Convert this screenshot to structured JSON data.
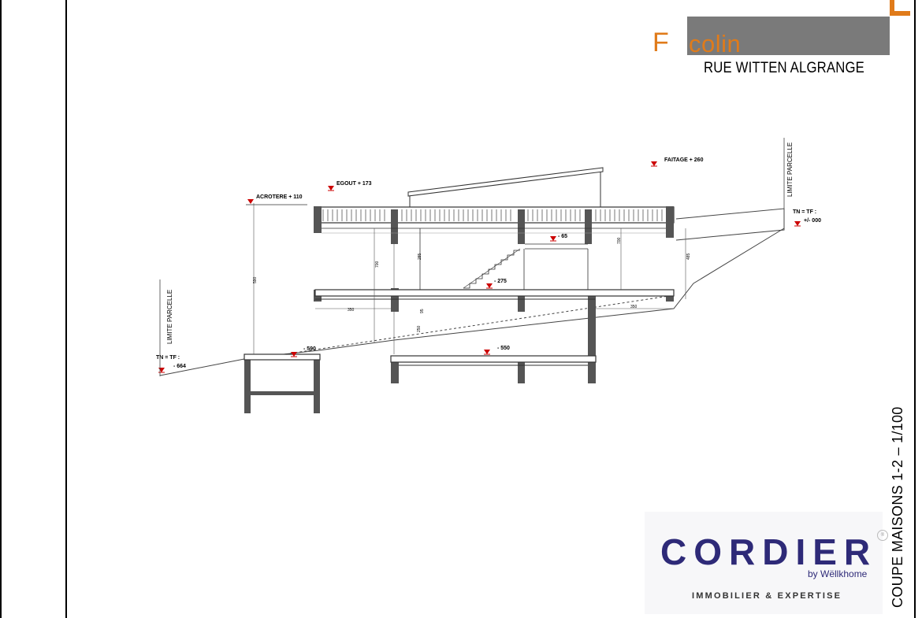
{
  "header": {
    "brand_initial": "F",
    "brand_name": "colin",
    "address": "RUE WITTEN ALGRANGE"
  },
  "drawing": {
    "levels": {
      "faitage": "FAITAGE + 260",
      "egout": "EGOUT + 173",
      "acrotere": "ACROTERE + 110",
      "l65": "- 65",
      "l275": "- 275",
      "l550": "- 550",
      "l590": "- 590"
    },
    "limite_parcelle_left": "LIMITE PARCELLE",
    "limite_parcelle_right": "LIMITE PARCELLE",
    "tn_right": "TN = TF :",
    "tn_right_value": "+/- 000",
    "tn_left": "TN = TF :",
    "tn_left_value": "- 664",
    "dims": {
      "d350_left": "350",
      "d350_right": "350",
      "d590": "590",
      "d700_left": "700",
      "d700_right": "700",
      "d285": "285",
      "d485": "485",
      "d95": "95",
      "d250": "250"
    }
  },
  "footer": {
    "company": "CORDIER",
    "tagline": "by Wëllkhome",
    "subtitle": "IMMOBILIER & EXPERTISE",
    "drawing_title": "COUPE MAISONS 1-2 – 1/100"
  },
  "colors": {
    "brand_orange": "#e07b1a",
    "cordier_blue": "#2e2a78",
    "level_marker_red": "#cc0000",
    "wall_gray": "#555555"
  }
}
